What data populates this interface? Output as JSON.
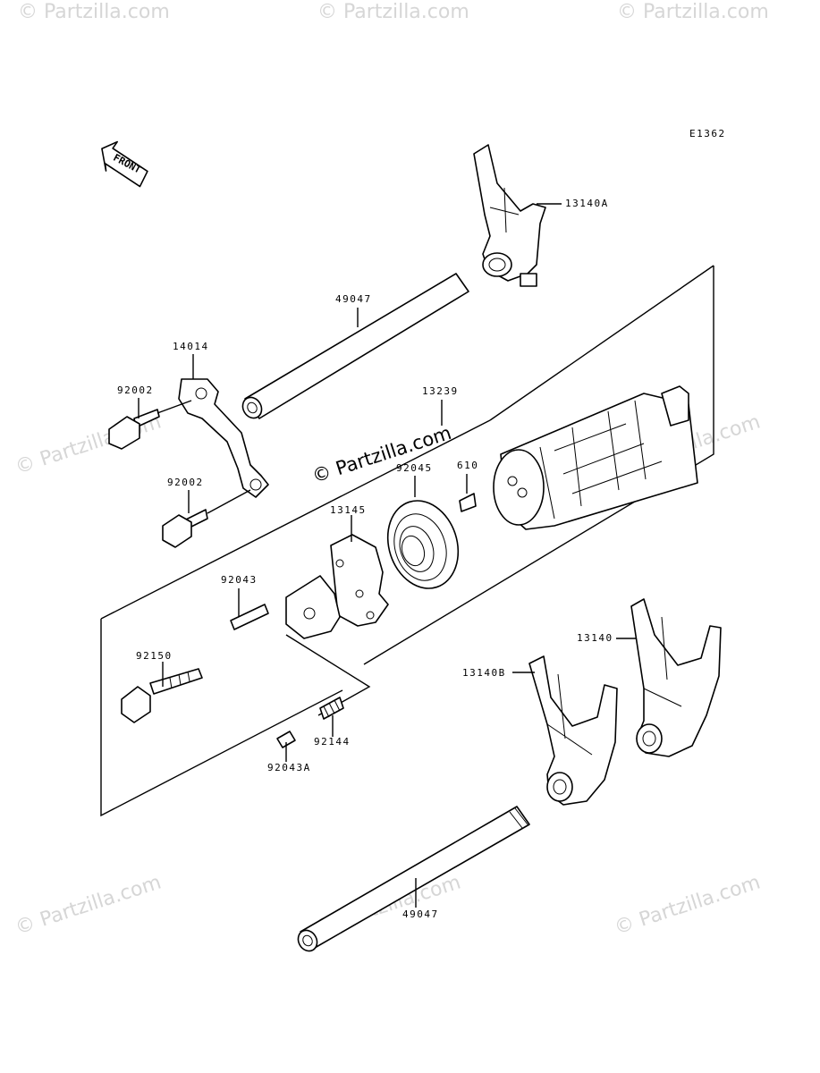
{
  "diagram_code": "E1362",
  "front_label": "FRONT",
  "watermark_text": "© Partzilla.com",
  "parts": {
    "fork_a": "13140A",
    "shaft_upper": "49047",
    "plate": "14014",
    "bolt_upper": "92002",
    "bolt_lower": "92002",
    "drum": "13239",
    "bearing": "92045",
    "pin_610": "610",
    "holder": "13145",
    "pin_92043": "92043",
    "bolt_92150": "92150",
    "spring": "92144",
    "pin_92043a": "92043A",
    "fork": "13140",
    "fork_b": "13140B",
    "shaft_lower": "49047"
  }
}
